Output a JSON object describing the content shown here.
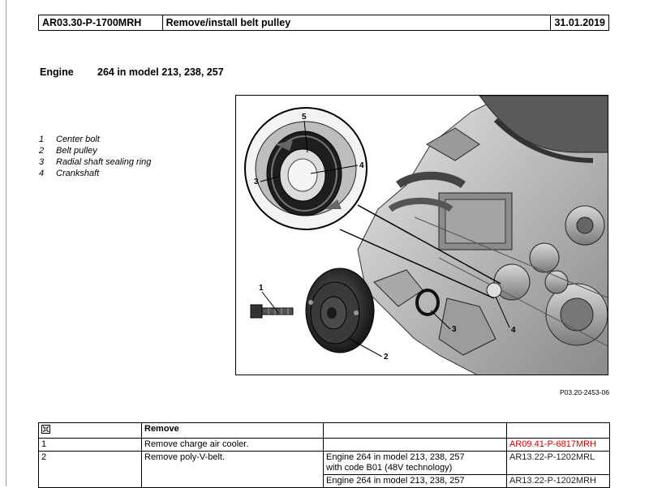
{
  "header": {
    "doc_id": "AR03.30-P-1700MRH",
    "title": "Remove/install belt pulley",
    "date": "31.01.2019"
  },
  "engine": {
    "label": "Engine",
    "value": "264 in model 213, 238, 257"
  },
  "legend": [
    {
      "num": "1",
      "text": "Center bolt"
    },
    {
      "num": "2",
      "text": "Belt pulley"
    },
    {
      "num": "3",
      "text": "Radial shaft sealing ring"
    },
    {
      "num": "4",
      "text": "Crankshaft"
    }
  ],
  "figure": {
    "code": "P03.20-2453-06",
    "callouts": [
      "1",
      "2",
      "3",
      "4",
      "3",
      "4",
      "5"
    ]
  },
  "steps_table": {
    "header_label": "Remove",
    "icon": "work-step-icon",
    "rows": [
      {
        "num": "1",
        "text": "Remove charge air cooler.",
        "condition": "",
        "refs": [
          "AR09.41-P-6817MRH"
        ],
        "ref_color": "#d40000"
      },
      {
        "num": "2",
        "text": "Remove poly-V-belt.",
        "condition": "Engine 264 in model 213, 238, 257\nwith code B01 (48V technology)",
        "refs": [
          "AR13.22-P-1202MRL"
        ],
        "ref_color": "#222222"
      },
      {
        "num": "",
        "text": "",
        "condition": "Engine 264 in model 213, 238, 257",
        "refs": [
          "AR13.22-P-1202MRH"
        ],
        "ref_color": "#222222"
      }
    ]
  }
}
